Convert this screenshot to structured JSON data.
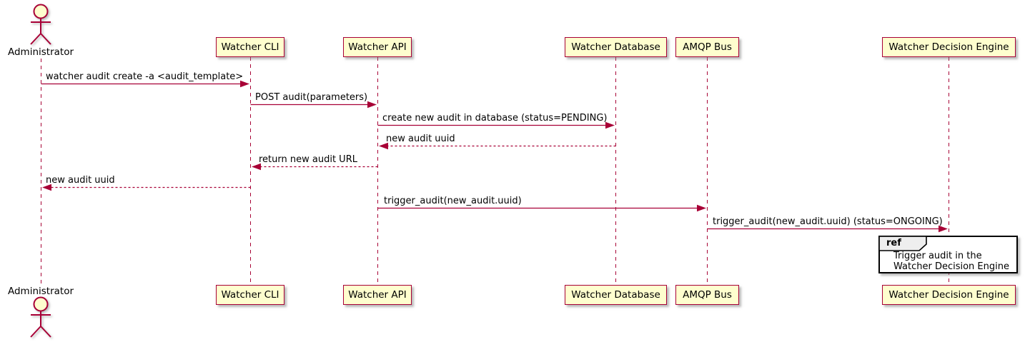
{
  "diagram_type": "sequence-diagram",
  "colors": {
    "participant_fill": "#FEFECE",
    "accent": "#A80036",
    "lifeline": "#A80036",
    "ref_border": "#000000",
    "ref_tag_fill": "#EEEEEE",
    "background": "#FFFFFF"
  },
  "actors": {
    "top_label": "Administrator",
    "bottom_label": "Administrator"
  },
  "participants": [
    {
      "label": "Watcher CLI"
    },
    {
      "label": "Watcher API"
    },
    {
      "label": "Watcher Database"
    },
    {
      "label": "AMQP Bus"
    },
    {
      "label": "Watcher Decision Engine"
    }
  ],
  "messages": [
    {
      "from": "Administrator",
      "to": "Watcher CLI",
      "label": "watcher audit create -a <audit_template>",
      "line": "solid"
    },
    {
      "from": "Watcher CLI",
      "to": "Watcher API",
      "label": "POST audit(parameters)",
      "line": "solid"
    },
    {
      "from": "Watcher API",
      "to": "Watcher Database",
      "label": "create new audit in database (status=PENDING)",
      "line": "solid"
    },
    {
      "from": "Watcher Database",
      "to": "Watcher API",
      "label": "new audit uuid",
      "line": "dashed"
    },
    {
      "from": "Watcher API",
      "to": "Watcher CLI",
      "label": "return new audit URL",
      "line": "dashed"
    },
    {
      "from": "Watcher CLI",
      "to": "Administrator",
      "label": "new audit uuid",
      "line": "dashed"
    },
    {
      "from": "Watcher API",
      "to": "AMQP Bus",
      "label": "trigger_audit(new_audit.uuid)",
      "line": "solid"
    },
    {
      "from": "AMQP Bus",
      "to": "Watcher Decision Engine",
      "label": "trigger_audit(new_audit.uuid) (status=ONGOING)",
      "line": "solid"
    }
  ],
  "ref": {
    "tag": "ref",
    "lines": [
      "Trigger audit in the",
      "Watcher Decision Engine"
    ],
    "over": "Watcher Decision Engine"
  }
}
